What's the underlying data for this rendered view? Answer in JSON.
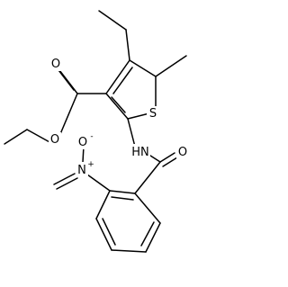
{
  "molecule": {
    "atoms": {
      "o_ketone_ester": "O",
      "o_ester": "O",
      "s_thiophene": "S",
      "nh_amide": "HN",
      "o_amide": "O",
      "n_nitro": "N",
      "plus_charge": "+",
      "o_nitro": "O",
      "minus_charge": "-"
    }
  }
}
